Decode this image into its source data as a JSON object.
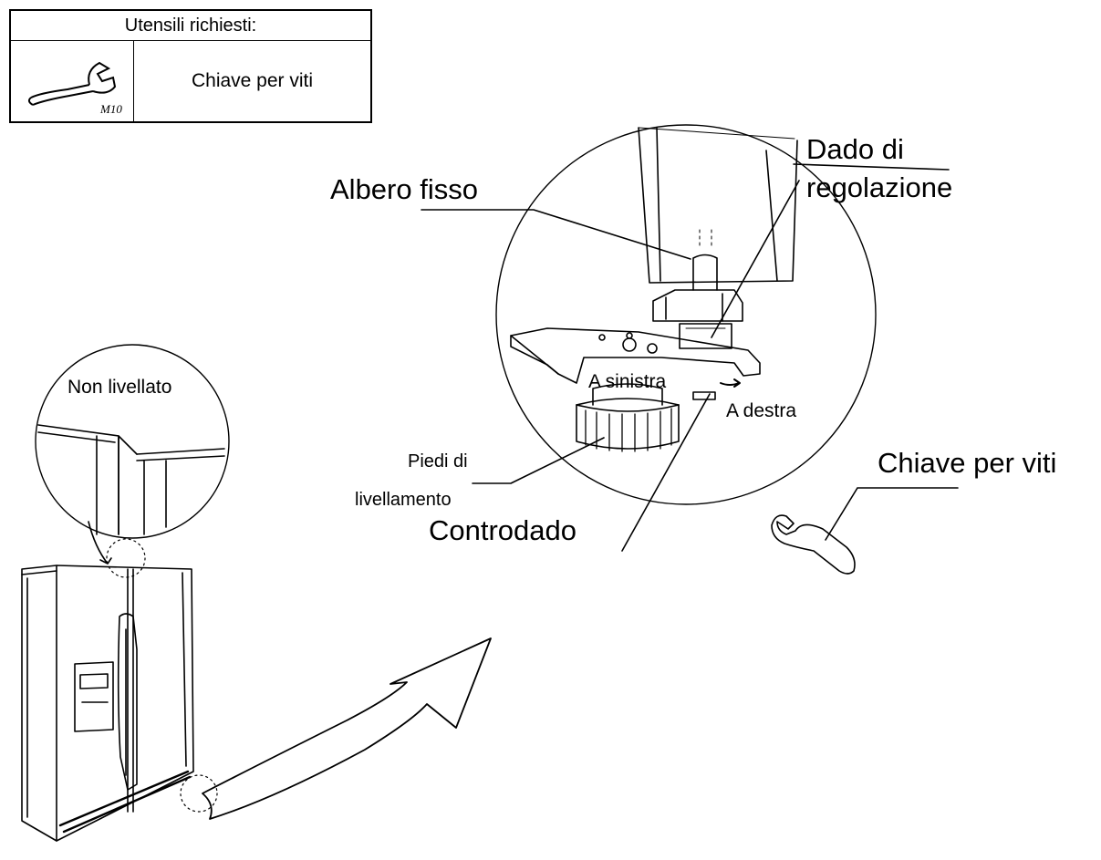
{
  "tools_table": {
    "title": "Utensili richiesti:",
    "tool_name": "Chiave per viti",
    "tool_size": "M10"
  },
  "labels": {
    "albero_fisso": "Albero fisso",
    "dado_line1": "Dado di",
    "dado_line2": "regolazione",
    "non_livellato": "Non livellato",
    "a_sinistra": "A sinistra",
    "a_destra": "A destra",
    "piedi_line1": "Piedi di",
    "piedi_line2": "livellamento",
    "controdado": "Controdado",
    "chiave_per_viti": "Chiave per viti"
  }
}
